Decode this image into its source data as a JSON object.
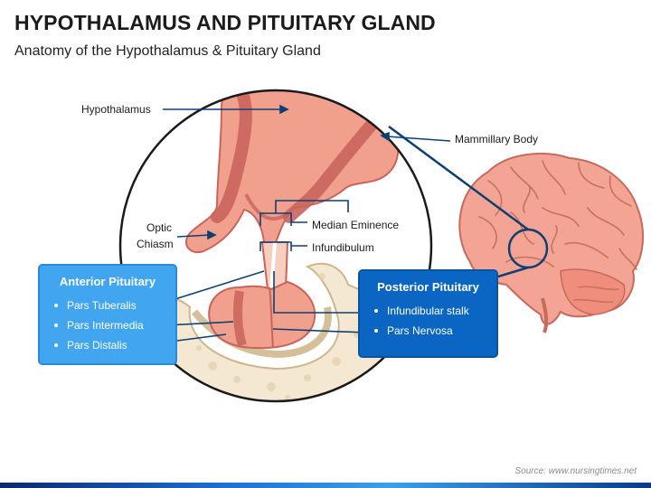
{
  "header": {
    "title": "HYPOTHALAMUS AND PITUITARY GLAND",
    "subtitle": "Anatomy of the Hypothalamus & Pituitary Gland"
  },
  "labels": {
    "hypothalamus": "Hypothalamus",
    "mammillary_body": "Mammillary Body",
    "optic": "Optic",
    "chiasm": "Chiasm",
    "median_eminence": "Median Eminence",
    "infundibulum": "Infundibulum"
  },
  "anterior": {
    "title": "Anterior Pituitary",
    "items": [
      "Pars Tuberalis",
      "Pars Intermedia",
      "Pars Distalis"
    ]
  },
  "posterior": {
    "title": "Posterior Pituitary",
    "items": [
      "Infundibular stalk",
      "Pars Nervosa"
    ]
  },
  "source": "Source: www.nursingtimes.net",
  "colors": {
    "tissue": "#f2a08e",
    "tissue_dark": "#c9645c",
    "bone": "#f4e6cf",
    "anterior_box": "#42a5f0",
    "posterior_box": "#0a66c2",
    "leader": "#0e3f73"
  }
}
